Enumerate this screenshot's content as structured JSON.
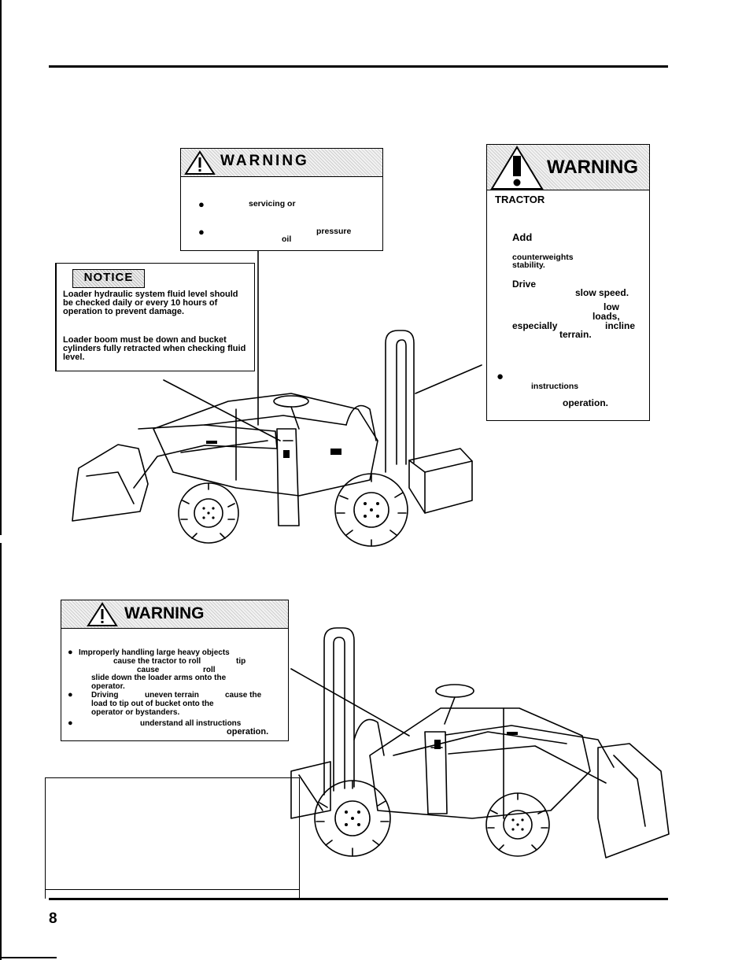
{
  "page": {
    "number": "8"
  },
  "decals": {
    "top_center_warning": {
      "title": "WARNING",
      "line1": "servicing or",
      "line2a": "pressure",
      "line2b": "oil"
    },
    "notice": {
      "badge": "NOTICE",
      "para1": "Loader hydraulic system fluid level should be checked daily or every 10 hours of operation to prevent damage.",
      "para2": "Loader boom must be down and bucket cylinders fully retracted when checking fluid level."
    },
    "right_warning": {
      "title": "WARNING",
      "heading": "TRACTOR",
      "item_add": "Add",
      "item_counterweights": "counterweights",
      "item_stability": "stability.",
      "item_drive": "Drive",
      "item_slow": "slow speed.",
      "item_low": "low",
      "item_loads": "loads,",
      "item_especially": "especially",
      "item_incline": "incline",
      "item_terrain": "terrain.",
      "item_instructions": "instructions",
      "item_operation": "operation."
    },
    "bottom_warning": {
      "title": "WARNING",
      "b1_l1": "Improperly handling large heavy objects",
      "b1_l2": "cause the tractor to roll",
      "b1_tip": "tip",
      "b1_l3a": "cause",
      "b1_l3b": "roll",
      "b1_l4": "slide down the loader arms onto the",
      "b1_l5": "operator.",
      "b2_l1a": "Driving",
      "b2_l1b": "uneven terrain",
      "b2_l1c": "cause the",
      "b2_l2": "load to tip out of bucket onto the",
      "b2_l3": "operator or bystanders.",
      "b3_l1": "understand all instructions",
      "b3_l2": "operation."
    }
  }
}
